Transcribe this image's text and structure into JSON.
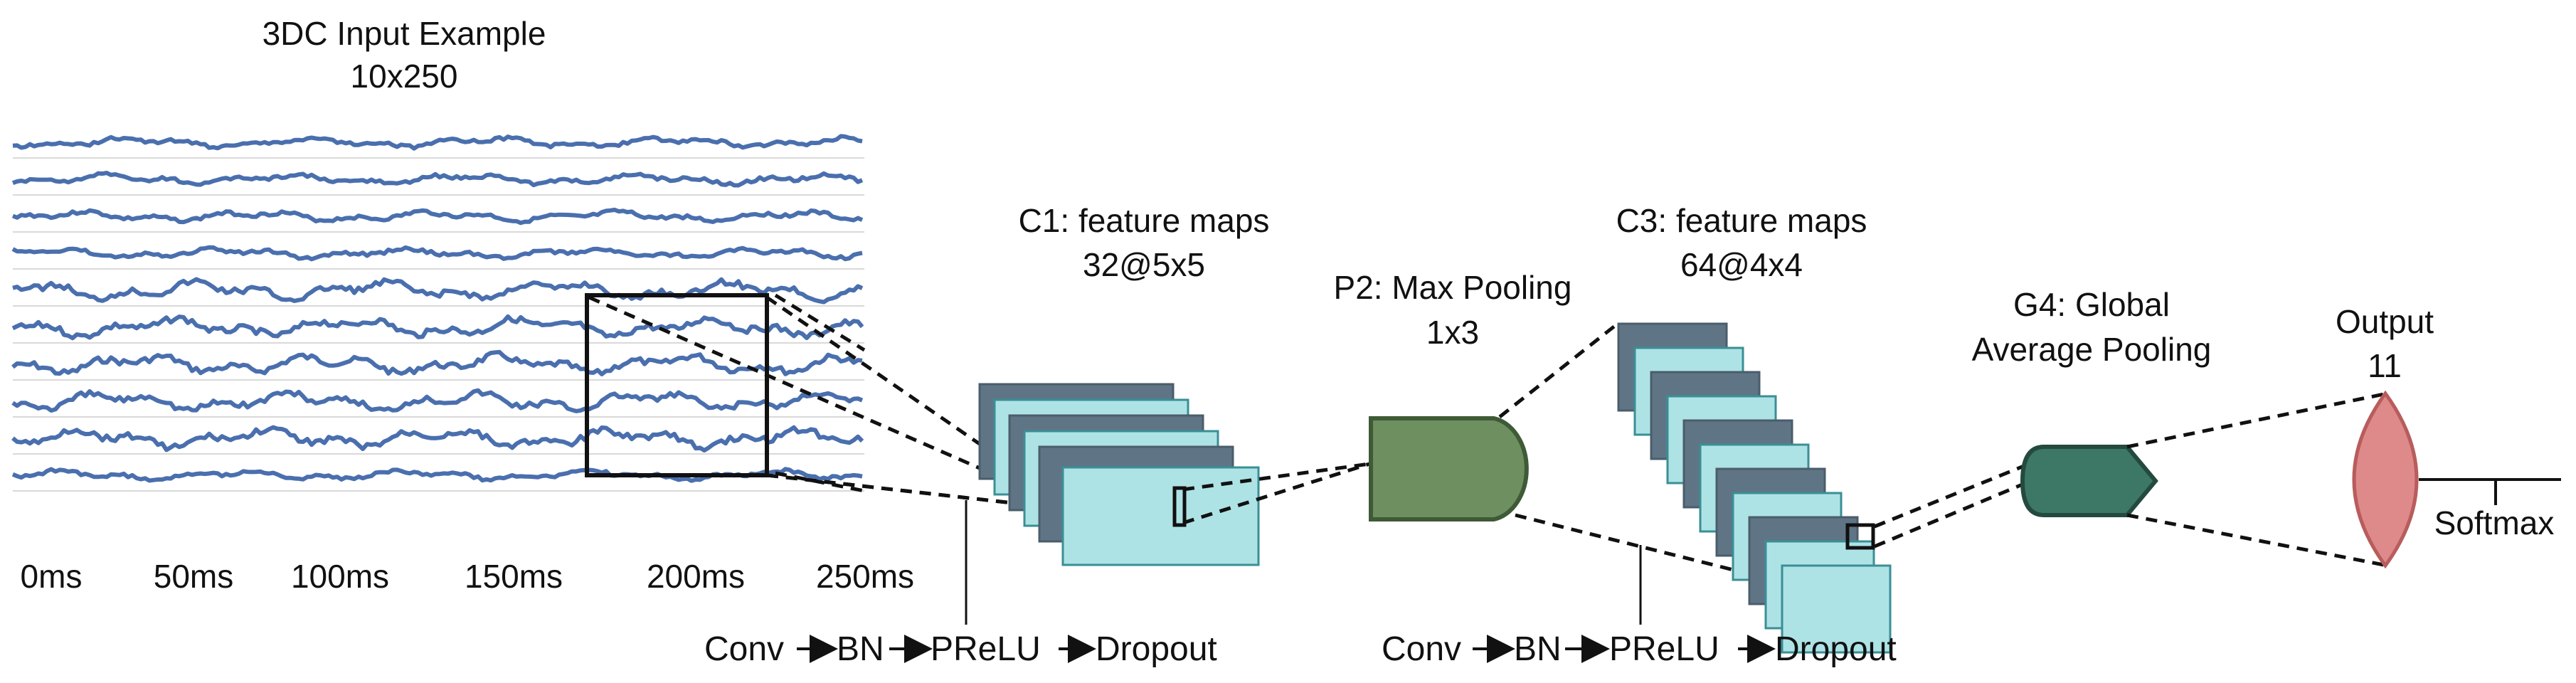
{
  "input": {
    "title": "3DC Input Example",
    "shape": "10x250",
    "channel_count": 10,
    "time_ticks": [
      "0ms",
      "50ms",
      "100ms",
      "150ms",
      "200ms",
      "250ms"
    ]
  },
  "c1": {
    "title": "C1: feature maps",
    "shape": "32@5x5"
  },
  "p2": {
    "title": "P2: Max Pooling",
    "shape": "1x3"
  },
  "c3": {
    "title": "C3: feature maps",
    "shape": "64@4x4"
  },
  "g4": {
    "title_line1": "G4: Global",
    "title_line2": "Average Pooling"
  },
  "output": {
    "title": "Output",
    "count": "11",
    "activation": "Softmax"
  },
  "pipeline": {
    "steps": [
      "Conv",
      "BN",
      "PReLU",
      "Dropout"
    ]
  },
  "colors": {
    "signal": "#4a6fae",
    "grid": "#d9d9d9",
    "map_light": "#aee3e6",
    "map_dark": "#5f7585",
    "map_stroke": "#3a8f96",
    "pool_fill": "#6e8f60",
    "pool_stroke": "#3f5a36",
    "gap_fill": "#3d7766",
    "gap_stroke": "#244a3f",
    "output_fill": "#de8a8a",
    "output_stroke": "#b85c5c"
  }
}
